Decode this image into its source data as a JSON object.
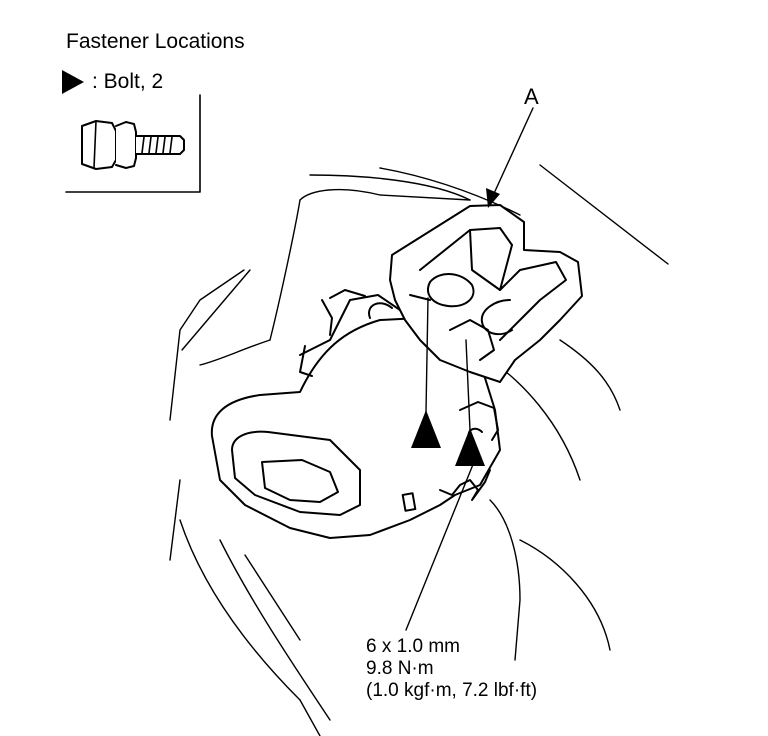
{
  "heading": "Fastener Locations",
  "legend": {
    "symbol_icon": "triangle-bolt-icon",
    "label": ": Bolt, 2"
  },
  "callout_label": "A",
  "spec": {
    "size": "6 x 1.0 mm",
    "torque_nm": "9.8 N·m",
    "torque_alt": "(1.0 kgf·m, 7.2 lbf·ft)"
  },
  "colors": {
    "ink": "#000000",
    "paper": "#ffffff"
  }
}
